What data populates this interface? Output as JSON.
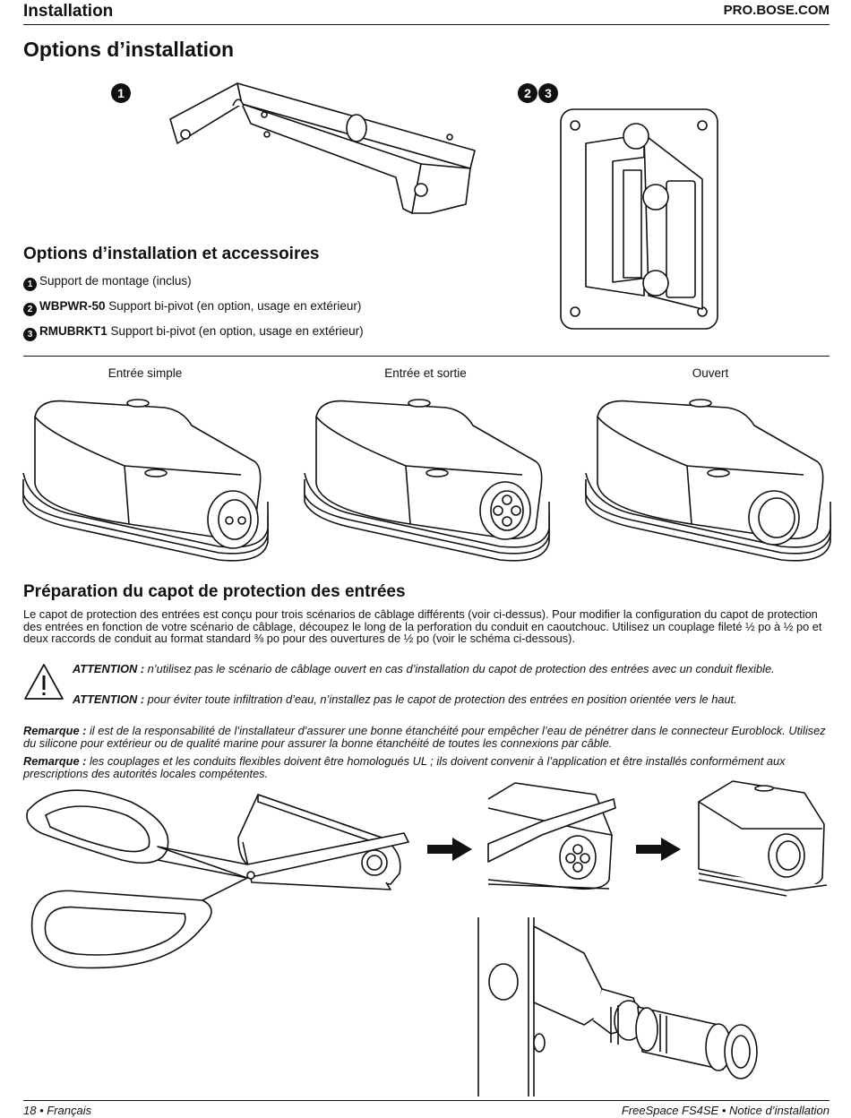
{
  "header": {
    "section": "Installation",
    "site": "PRO.BOSE.COM"
  },
  "title": "Options d’installation",
  "mount_labels": {
    "one": "1",
    "two": "2",
    "three": "3"
  },
  "accessories": {
    "heading": "Options d’installation et accessoires",
    "items": [
      {
        "num": "1",
        "code": "",
        "text": "Support de montage (inclus)"
      },
      {
        "num": "2",
        "code": "WBPWR-50",
        "text": " Support bi-pivot (en option, usage en extérieur)"
      },
      {
        "num": "3",
        "code": "RMUBRKT1",
        "text": " Support bi-pivot (en option, usage en extérieur)"
      }
    ]
  },
  "scenarios": [
    "Entrée simple",
    "Entrée et sortie",
    "Ouvert"
  ],
  "prep": {
    "heading": "Préparation du capot de protection des entrées",
    "body": "Le capot de protection des entrées est conçu pour trois scénarios de câblage différents (voir ci-dessus). Pour modifier la configuration du capot de protection des entrées en fonction de votre scénario de câblage, découpez le long de la perforation du conduit en caoutchouc. Utilisez un couplage fileté ½ po à ½ po et deux raccords de conduit au format standard ⅜ po pour des ouvertures de ½ po (voir le schéma ci-dessous).",
    "caution1_label": "ATTENTION :",
    "caution1_text": " n’utilisez pas le scénario de câblage ouvert en cas d’installation du capot de protection des entrées avec un conduit flexible.",
    "caution2_label": "ATTENTION :",
    "caution2_text": " pour éviter toute infiltration d’eau, n’installez pas le capot de protection des entrées en position orientée vers le haut.",
    "note1_label": "Remarque :",
    "note1_text": " il est de la responsabilité de l’installateur d’assurer une bonne étanchéité pour empêcher l’eau de pénétrer dans le connecteur Euroblock. Utilisez du silicone pour extérieur ou de qualité marine pour assurer la bonne étanchéité de toutes les connexions par câble.",
    "note2_label": "Remarque :",
    "note2_text": " les couplages et les conduits flexibles doivent être homologués UL ; ils doivent convenir à l’application et être installés conformément aux prescriptions des autorités locales compétentes."
  },
  "footer": {
    "left": "18 • Français",
    "right": "FreeSpace FS4SE • Notice d’installation"
  },
  "icons": [
    "warning-triangle-icon",
    "arrow-right-icon",
    "scissors-icon"
  ]
}
